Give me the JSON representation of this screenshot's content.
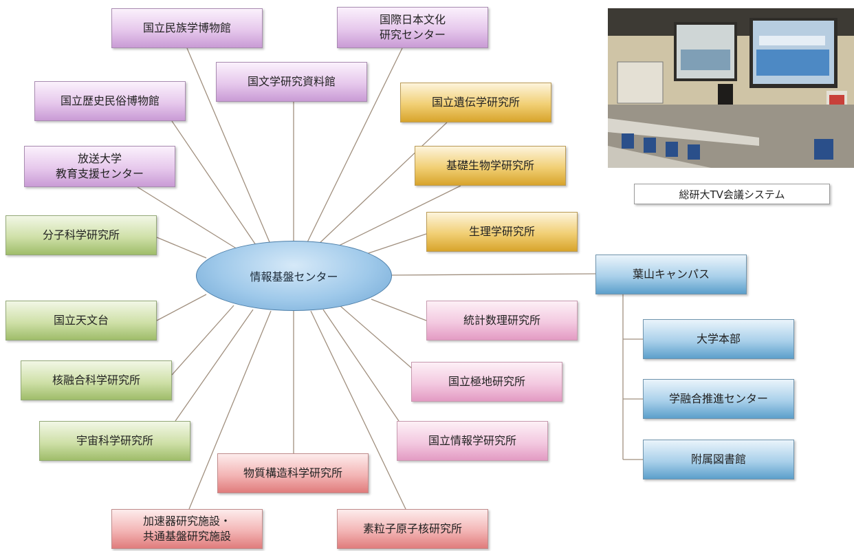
{
  "center": {
    "label": "情報基盤センター"
  },
  "nodes": [
    {
      "id": "minpaku",
      "label": "国立民族学博物館"
    },
    {
      "id": "nichibunken",
      "label": "国際日本文化\n研究センター"
    },
    {
      "id": "kokubunken",
      "label": "国文学研究資料館"
    },
    {
      "id": "rekihaku",
      "label": "国立歴史民俗博物館"
    },
    {
      "id": "idenken",
      "label": "国立遺伝学研究所"
    },
    {
      "id": "hoso",
      "label": "放送大学\n教育支援センター"
    },
    {
      "id": "kiso",
      "label": "基礎生物学研究所"
    },
    {
      "id": "bunshi",
      "label": "分子科学研究所"
    },
    {
      "id": "seiri",
      "label": "生理学研究所"
    },
    {
      "id": "tenmon",
      "label": "国立天文台"
    },
    {
      "id": "tokei",
      "label": "統計数理研究所"
    },
    {
      "id": "kakuyugo",
      "label": "核融合科学研究所"
    },
    {
      "id": "kyokuchi",
      "label": "国立極地研究所"
    },
    {
      "id": "uchu",
      "label": "宇宙科学研究所"
    },
    {
      "id": "johogaku",
      "label": "国立情報学研究所"
    },
    {
      "id": "busshitsu",
      "label": "物質構造科学研究所"
    },
    {
      "id": "kasokuki",
      "label": "加速器研究施設・\n共通基盤研究施設"
    },
    {
      "id": "soryushi",
      "label": "素粒子原子核研究所"
    },
    {
      "id": "hayama",
      "label": "葉山キャンパス"
    }
  ],
  "hayama_children": [
    {
      "id": "honbu",
      "label": "大学本部"
    },
    {
      "id": "yugo",
      "label": "学融合推進センター"
    },
    {
      "id": "library",
      "label": "附属図書館"
    }
  ],
  "photo": {
    "caption": "総研大TV会議システム"
  },
  "colors": {
    "purple": "#e6c8ec",
    "gold": "#f1cf74",
    "green": "#cfe0a8",
    "pink": "#f3c9e0",
    "red": "#f3b5b5",
    "blue": "#a9d0ea",
    "center": "#9fc9ea",
    "line": "#a08f7e"
  }
}
